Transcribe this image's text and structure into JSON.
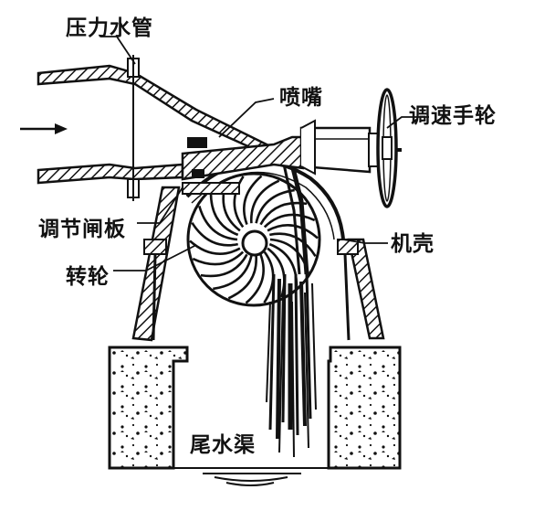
{
  "diagram": {
    "labels": {
      "penstock": "压力水管",
      "nozzle": "喷嘴",
      "speed_handwheel": "调速手轮",
      "control_gate": "调节闸板",
      "casing": "机壳",
      "runner": "转轮",
      "tailrace": "尾水渠"
    },
    "flow_arrow": "→"
  }
}
